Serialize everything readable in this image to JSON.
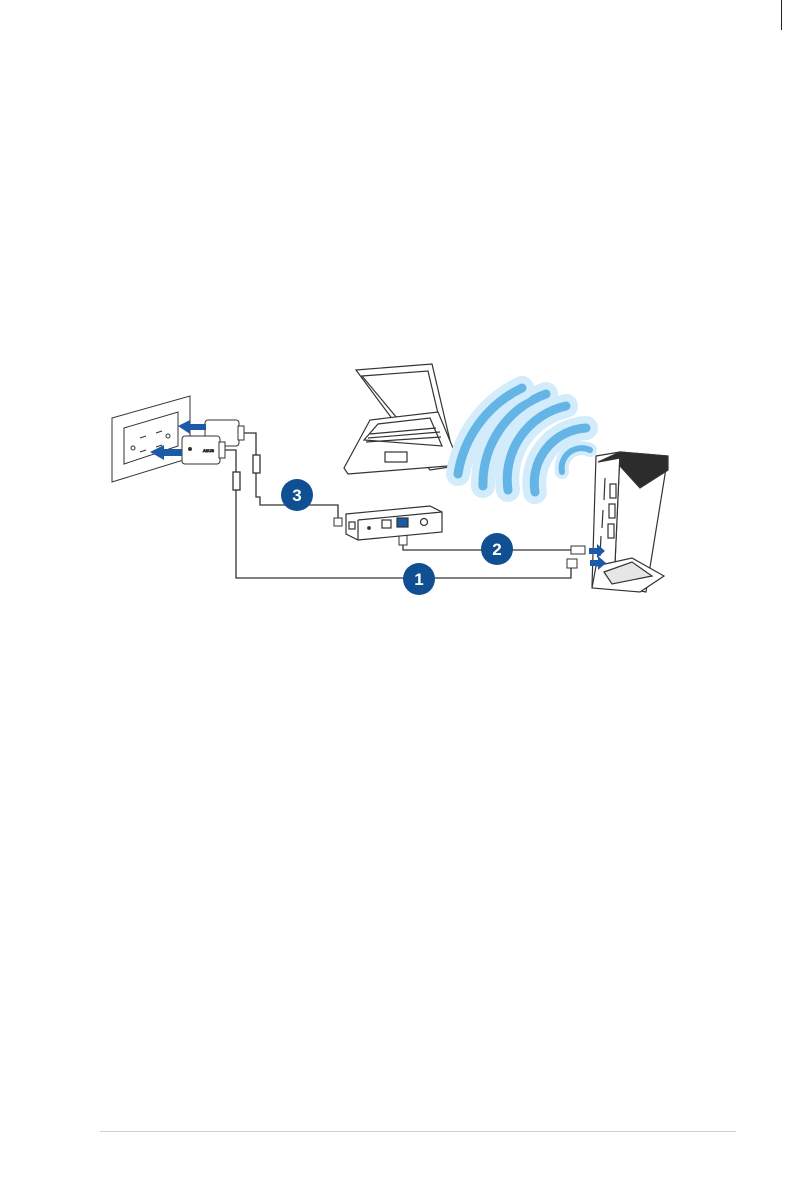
{
  "diagram": {
    "steps": [
      {
        "number": "1"
      },
      {
        "number": "2"
      },
      {
        "number": "3"
      }
    ],
    "adapter_logo": "ASUS",
    "colors": {
      "badge": "#0f4f92",
      "wifi": "#64b4e6",
      "wifi_light": "#d2ecfb",
      "arrow": "#1a5aa6",
      "line": "#333333"
    }
  }
}
